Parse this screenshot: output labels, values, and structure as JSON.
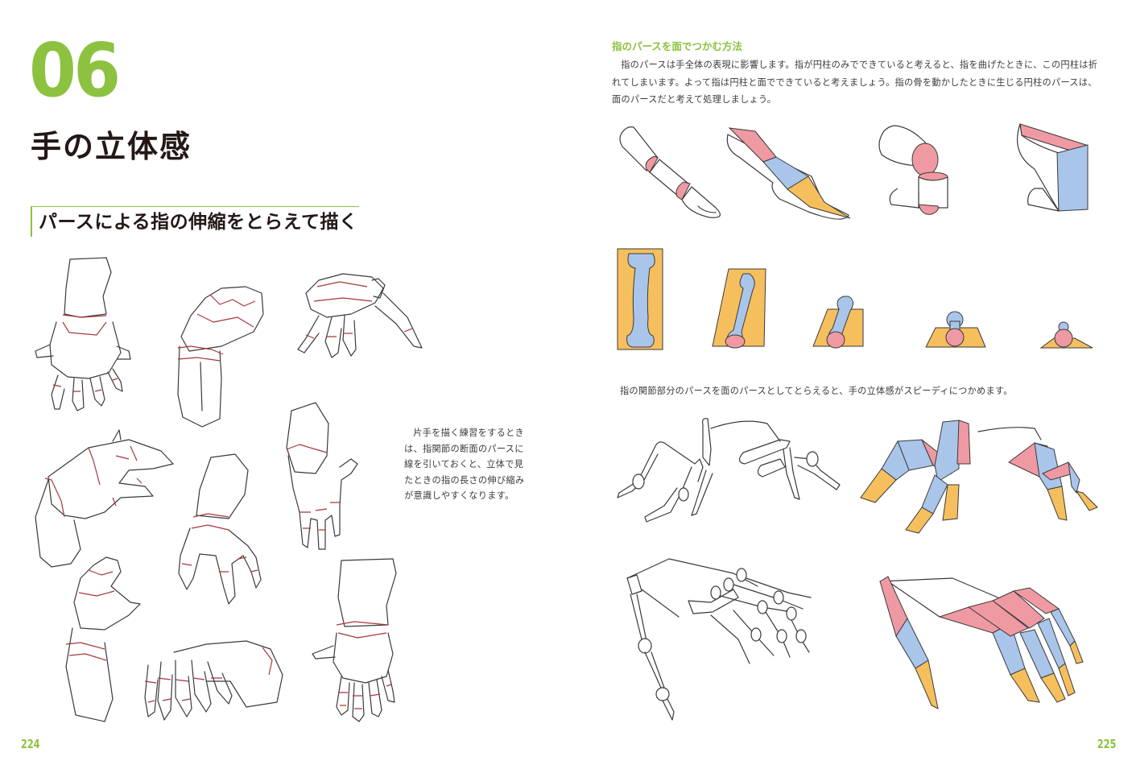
{
  "spread": {
    "left_page": {
      "chapter_number": "06",
      "chapter_title": "手の立体感",
      "section_heading": "パースによる指の伸縮をとらえて描く",
      "caption": "片手を描く練習をするときは、指関節の断面のパースに線を引いておくと、立体で見たときの指の長さの伸び縮みが意識しやすくなります。",
      "page_number": "224",
      "illustrations": [
        "hand-sketch-back-view-top",
        "hand-sketch-grasping",
        "hand-sketch-spread-fingers",
        "hand-sketch-side-reaching",
        "hand-sketch-palm-up-curled",
        "hand-sketch-palm-view",
        "hand-sketch-palm-raised",
        "hand-sketch-fingers-bent-down",
        "hand-sketch-back-view-bottom"
      ]
    },
    "right_page": {
      "subheading": "指のパースを面でつかむ方法",
      "body": "指のパースは手全体の表現に影響します。指が円柱のみでできていると考えると、指を曲げたときに、この円柱は折れてしまいます。よって指は円柱と面でできていると考えましょう。指の骨を動かしたときに生じる円柱のパースは、面のパースだと考えて処理しましょう。",
      "caption": "指の関節部分のパースを面のパースとしてとらえると、手の立体感がスピーディにつかめます。",
      "page_number": "225",
      "illustrations": {
        "row1": [
          "finger-cylinders-straight",
          "finger-planes-straight",
          "finger-cylinders-bent",
          "finger-planes-bent"
        ],
        "row2": [
          "bone-plane-perspective-1",
          "bone-plane-perspective-2",
          "bone-plane-perspective-3",
          "bone-plane-perspective-4",
          "bone-plane-perspective-5"
        ],
        "row3": [
          "hand-skeleton-arched",
          "hand-planes-arched"
        ],
        "row4": [
          "hand-skeleton-reaching",
          "hand-planes-reaching"
        ]
      }
    },
    "colors": {
      "accent_green": "#8cc23f",
      "plane_pink": "#ef9aa2",
      "plane_blue": "#a9c5ea",
      "plane_orange": "#f6bf5e",
      "red_guideline": "#a8363a",
      "text": "#231815"
    }
  }
}
